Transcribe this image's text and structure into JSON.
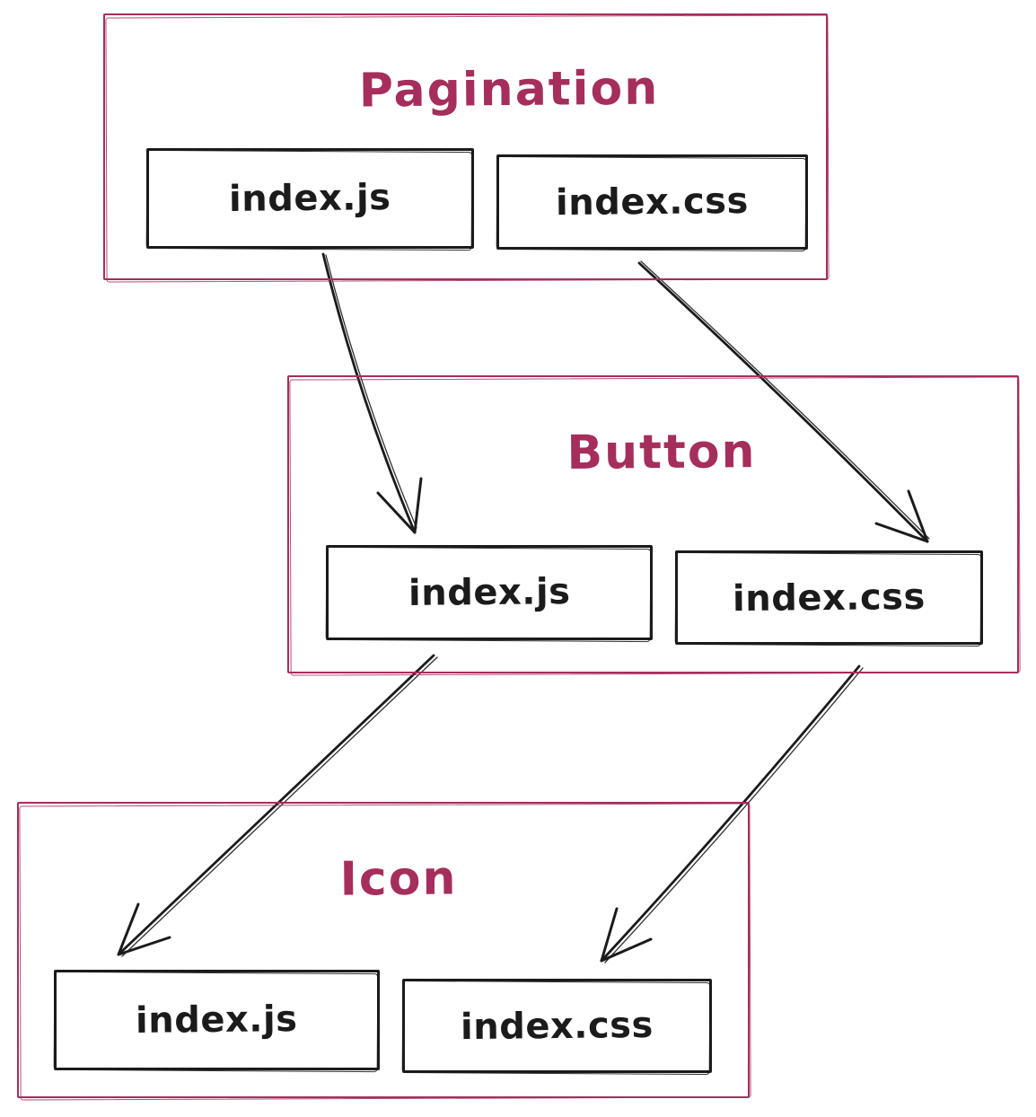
{
  "diagram": {
    "colors": {
      "accent": "#a62e5c",
      "ink": "#1b1b1b",
      "canvas": "#ffffff"
    },
    "groups": [
      {
        "title": "Pagination",
        "files": [
          {
            "label": "index.js"
          },
          {
            "label": "index.css"
          }
        ]
      },
      {
        "title": "Button",
        "files": [
          {
            "label": "index.js"
          },
          {
            "label": "index.css"
          }
        ]
      },
      {
        "title": "Icon",
        "files": [
          {
            "label": "index.js"
          },
          {
            "label": "index.css"
          }
        ]
      }
    ],
    "arrows": [
      {
        "from": "Pagination/index.js",
        "to": "Button/index.js"
      },
      {
        "from": "Pagination/index.css",
        "to": "Button/index.css"
      },
      {
        "from": "Button/index.js",
        "to": "Icon/index.js"
      },
      {
        "from": "Button/index.css",
        "to": "Icon/index.css"
      }
    ]
  }
}
